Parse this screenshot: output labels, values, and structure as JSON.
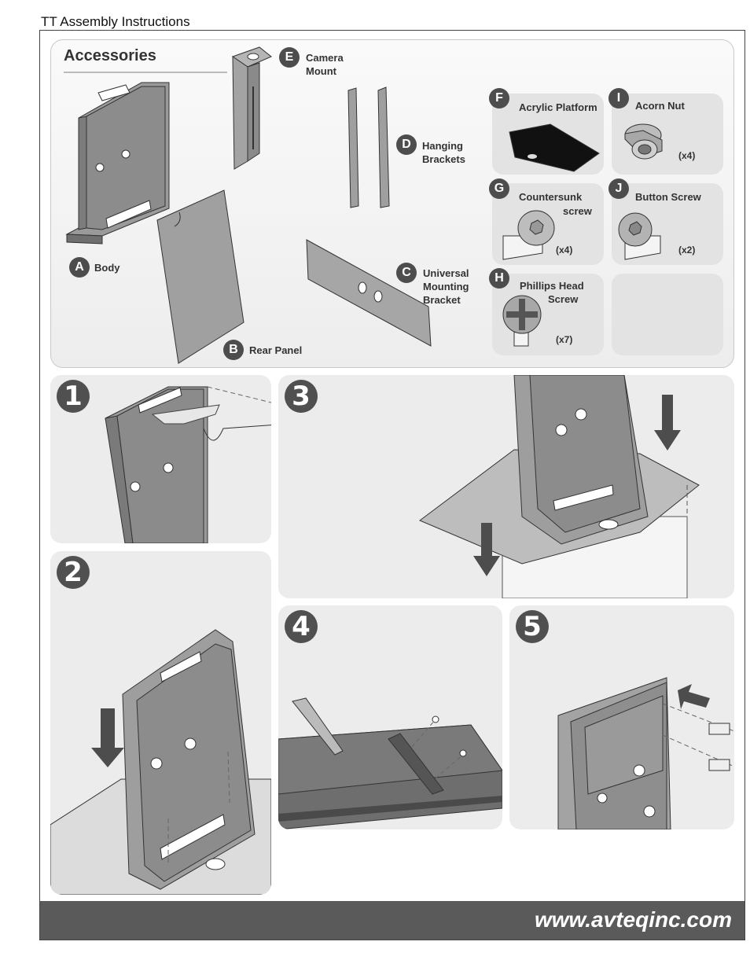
{
  "document": {
    "header": "TT Assembly Instructions",
    "footer_url": "www.avteqinc.com"
  },
  "accessories": {
    "title": "Accessories",
    "parts": [
      {
        "letter": "A",
        "name": "Body"
      },
      {
        "letter": "B",
        "name": "Rear Panel"
      },
      {
        "letter": "C",
        "name_line1": "Universal",
        "name_line2": "Mounting",
        "name_line3": "Bracket"
      },
      {
        "letter": "D",
        "name_line1": "Hanging",
        "name_line2": "Brackets"
      },
      {
        "letter": "E",
        "name_line1": "Camera",
        "name_line2": "Mount"
      }
    ],
    "hardware": [
      {
        "letter": "F",
        "name": "Acrylic Platform",
        "qty": ""
      },
      {
        "letter": "I",
        "name": "Acorn Nut",
        "qty": "(x4)"
      },
      {
        "letter": "G",
        "name_line1": "Countersunk",
        "name_line2": "screw",
        "qty": "(x4)"
      },
      {
        "letter": "J",
        "name": "Button Screw",
        "qty": "(x2)"
      },
      {
        "letter": "H",
        "name_line1": "Phillips Head",
        "name_line2": "Screw",
        "qty": "(x7)"
      }
    ]
  },
  "steps": [
    "1",
    "2",
    "3",
    "4",
    "5"
  ],
  "colors": {
    "badge": "#4d4d4d",
    "panel": "#ececec",
    "footer": "#5a5a5a",
    "metal": "#a9a9a9"
  }
}
